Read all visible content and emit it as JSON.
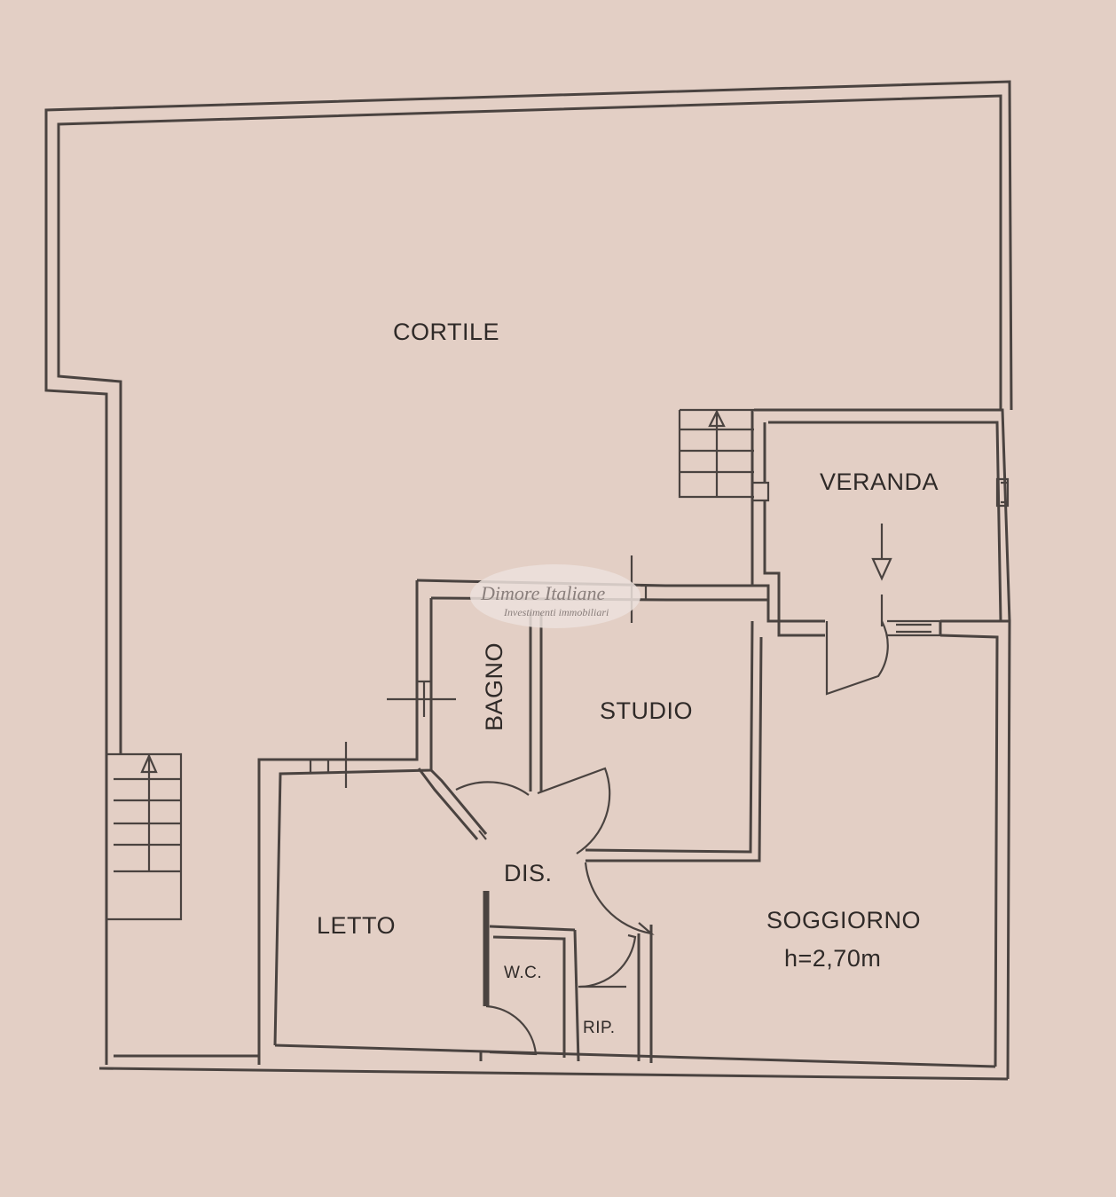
{
  "rooms": {
    "cortile": "CORTILE",
    "veranda": "VERANDA",
    "bagno": "BAGNO",
    "studio": "STUDIO",
    "dis": "DIS.",
    "letto": "LETTO",
    "soggiorno": "SOGGIORNO",
    "height": "h=2,70m",
    "wc": "W.C.",
    "rip": "RIP."
  },
  "watermark": {
    "title": "Dimore Italiane",
    "subtitle": "Investimenti immobiliari"
  },
  "colors": {
    "paper": "#e3cfc5",
    "ink": "#4a4340"
  }
}
